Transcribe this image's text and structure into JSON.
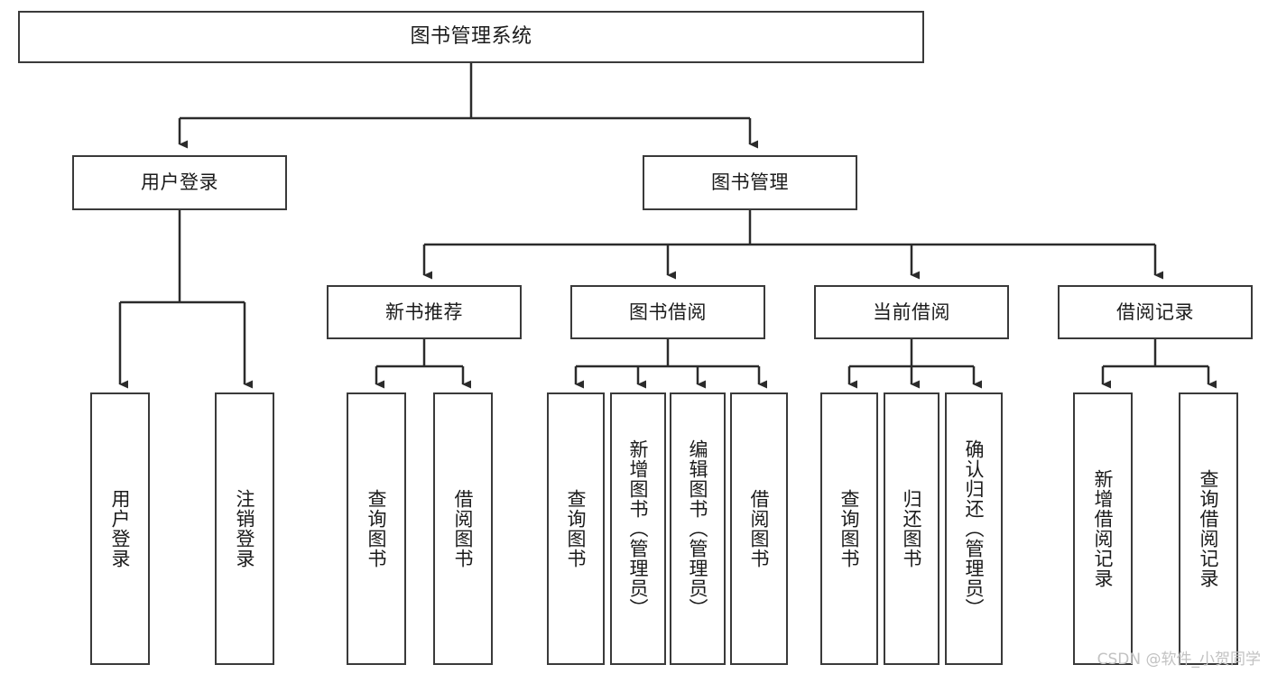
{
  "diagram": {
    "type": "tree-hierarchy",
    "title": "图书管理系统",
    "watermark": "CSDN @软件_小贺同学",
    "colors": {
      "background": "#ffffff",
      "box_border": "#3a3a3a",
      "box_fill": "#ffffff",
      "connector": "#2b2b2b",
      "text": "#1b1b1b",
      "watermark": "#c2c2c2"
    },
    "root": {
      "label": "图书管理系统"
    },
    "level2": [
      {
        "label": "用户登录"
      },
      {
        "label": "图书管理"
      }
    ],
    "level3": [
      {
        "label": "新书推荐"
      },
      {
        "label": "图书借阅"
      },
      {
        "label": "当前借阅"
      },
      {
        "label": "借阅记录"
      }
    ],
    "leaves": {
      "user_login": [
        {
          "label": "用户登录"
        },
        {
          "label": "注销登录"
        }
      ],
      "new_book_recommend": [
        {
          "label": "查询图书"
        },
        {
          "label": "借阅图书"
        }
      ],
      "book_borrow": [
        {
          "label": "查询图书"
        },
        {
          "label": "新增图书（管理员）"
        },
        {
          "label": "编辑图书（管理员）"
        },
        {
          "label": "借阅图书"
        }
      ],
      "current_borrow": [
        {
          "label": "查询图书"
        },
        {
          "label": "归还图书"
        },
        {
          "label": "确认归还（管理员）"
        }
      ],
      "borrow_record": [
        {
          "label": "新增借阅记录"
        },
        {
          "label": "查询借阅记录"
        }
      ]
    }
  }
}
